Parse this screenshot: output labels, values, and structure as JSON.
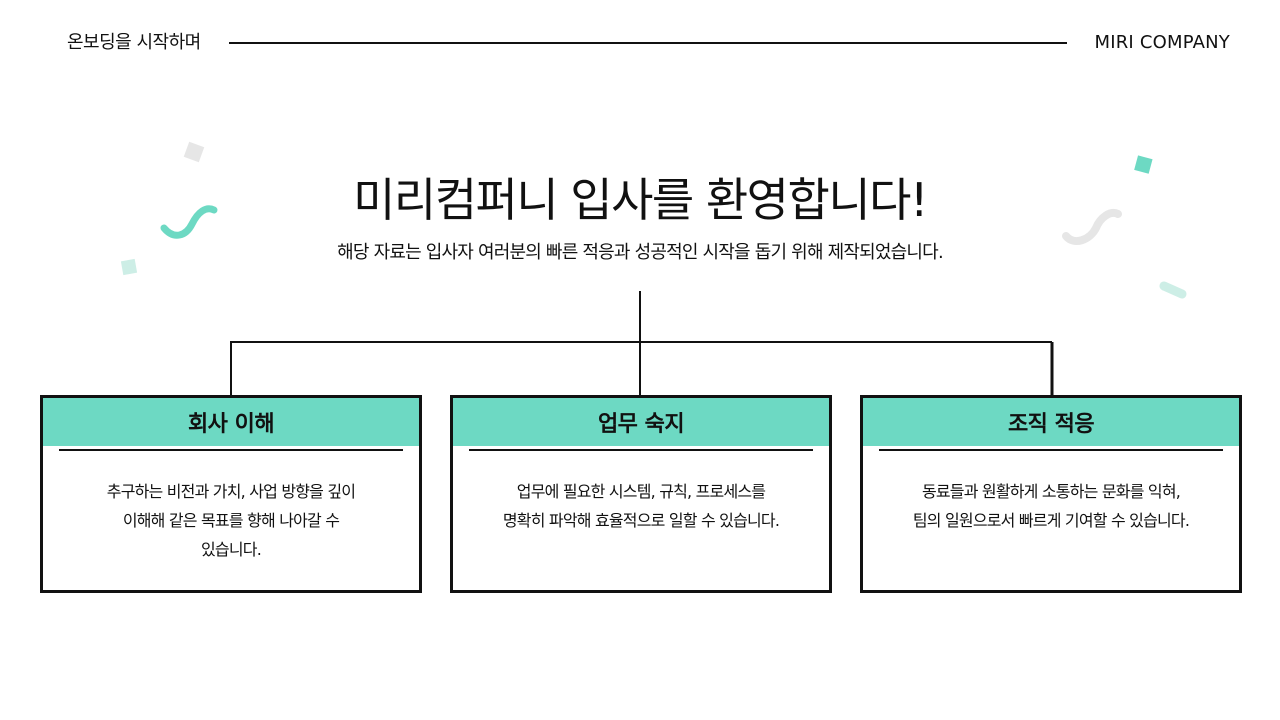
{
  "header": {
    "section_title": "온보딩을 시작하며",
    "company": "MIRI COMPANY"
  },
  "hero": {
    "title": "미리컴퍼니 입사를 환영합니다!",
    "subtitle": "해당 자료는 입사자 여러분의 빠른 적응과 성공적인 시작을 돕기 위해 제작되었습니다."
  },
  "cards": [
    {
      "title": "회사 이해",
      "lines": [
        "추구하는 비전과 가치, 사업 방향을 깊이",
        "이해해 같은 목표를 향해 나아갈 수",
        "있습니다."
      ]
    },
    {
      "title": "업무 숙지",
      "lines": [
        "업무에 필요한 시스템, 규칙, 프로세스를",
        "명확히 파악해 효율적으로 일할 수 있습니다."
      ]
    },
    {
      "title": "조직 적응",
      "lines": [
        "동료들과 원활하게 소통하는 문화를 익혀,",
        "팀의 일원으로서 빠르게 기여할 수 있습니다."
      ]
    }
  ],
  "colors": {
    "accent": "#6dd9c3",
    "accent_light": "#cdeee6",
    "confetti_gray": "#e6e6e6",
    "ink": "#111111"
  }
}
